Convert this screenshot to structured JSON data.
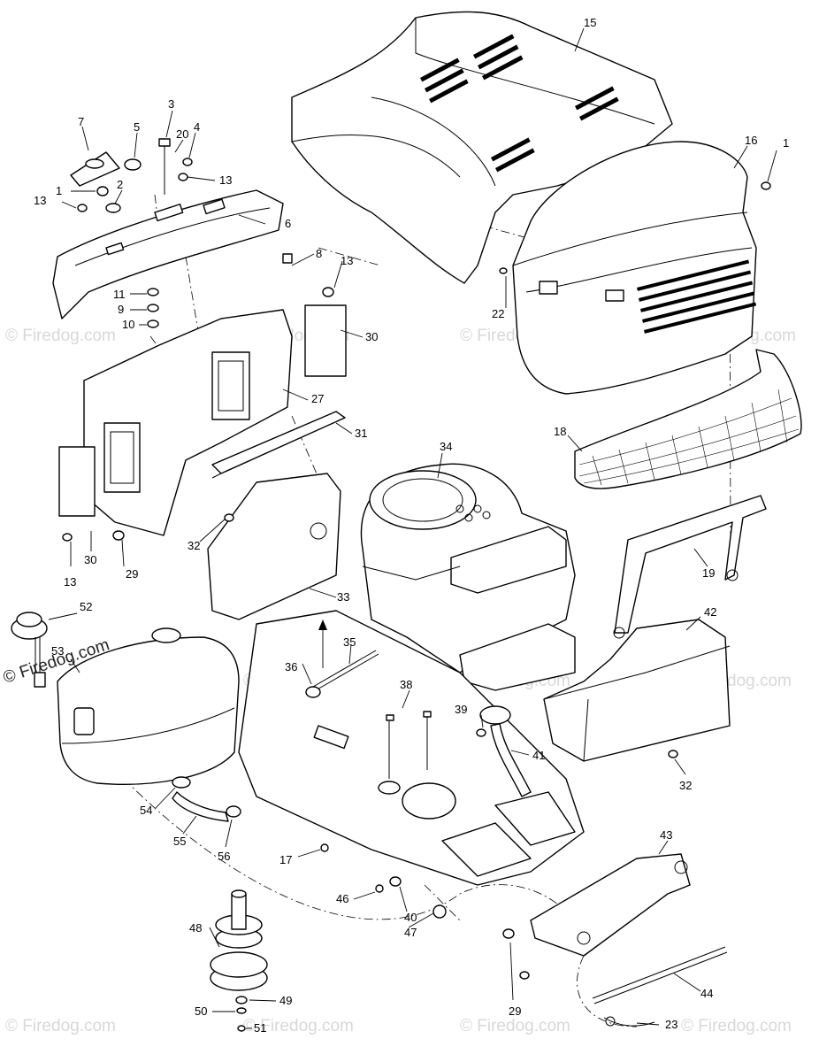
{
  "watermark": {
    "faint": "© Firedog.com",
    "prominent": "© Firedog.com"
  },
  "labels": {
    "l15": "15",
    "l16": "16",
    "l1a": "1",
    "l1b": "1",
    "l7": "7",
    "l5": "5",
    "l3": "3",
    "l20": "20",
    "l4": "4",
    "l13a": "13",
    "l13b": "13",
    "l13c": "13",
    "l13d": "13",
    "l2": "2",
    "l6": "6",
    "l8": "8",
    "l11": "11",
    "l9": "9",
    "l10": "10",
    "l22": "22",
    "l30a": "30",
    "l30b": "30",
    "l27": "27",
    "l31": "31",
    "l18": "18",
    "l34": "34",
    "l32a": "32",
    "l32b": "32",
    "l33": "33",
    "l29a": "29",
    "l29b": "29",
    "l19": "19",
    "l52": "52",
    "l53": "53",
    "l42": "42",
    "l35": "35",
    "l36": "36",
    "l38": "38",
    "l39": "39",
    "l41": "41",
    "l54": "54",
    "l55": "55",
    "l56": "56",
    "l17": "17",
    "l43": "43",
    "l46": "46",
    "l40": "40",
    "l47": "47",
    "l48": "48",
    "l49": "49",
    "l50": "50",
    "l51": "51",
    "l44": "44",
    "l23": "23"
  }
}
